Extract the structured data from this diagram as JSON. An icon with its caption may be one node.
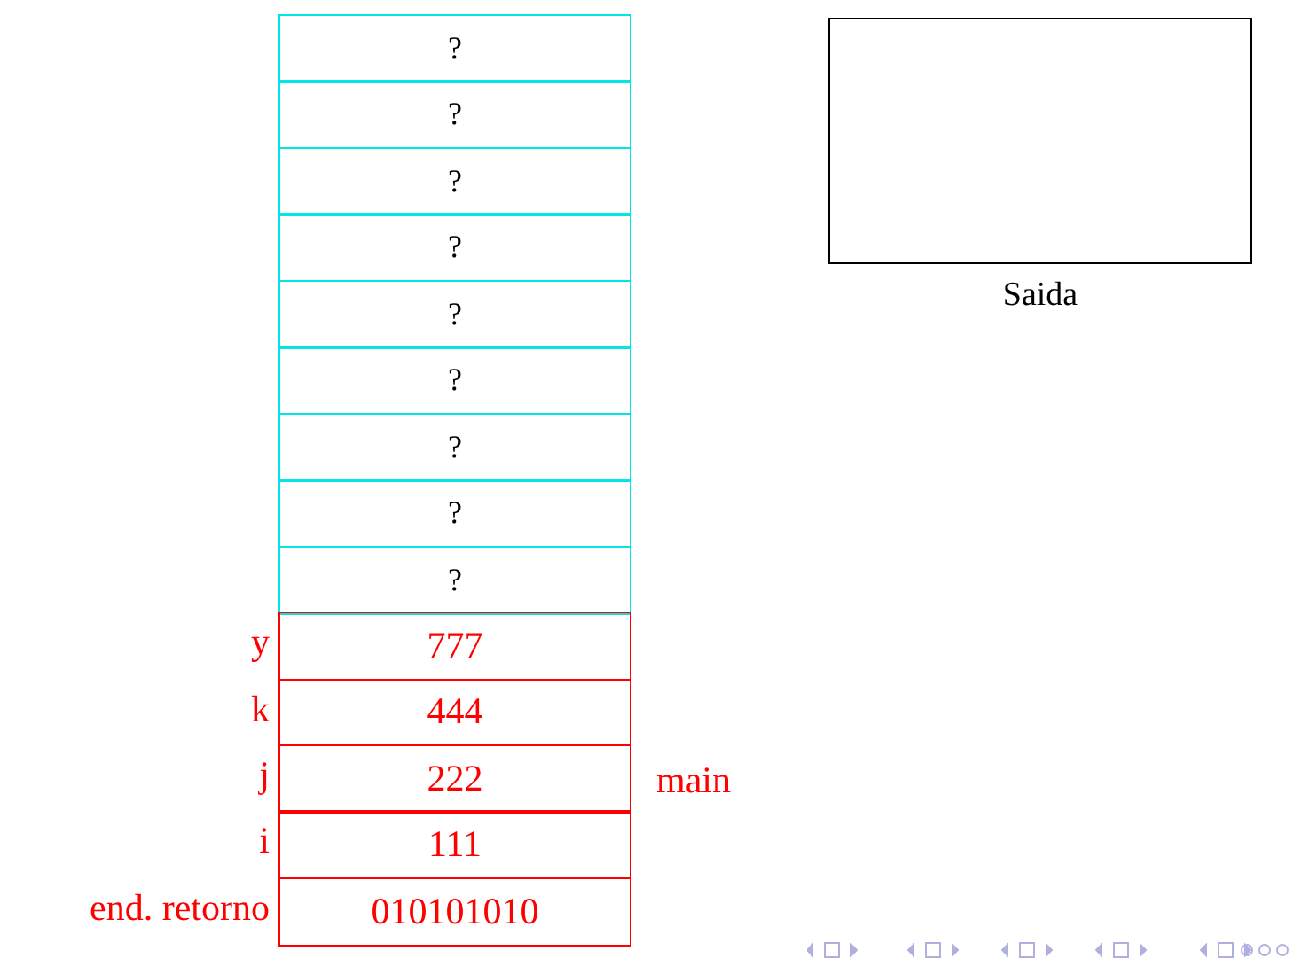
{
  "diagram": {
    "nodes": [
      {
        "text": [
          "?"
        ]
      },
      {
        "text": [
          "?"
        ]
      },
      {
        "text": [
          "?"
        ]
      },
      {
        "text": [
          "?"
        ]
      },
      {
        "text": [
          "?"
        ]
      },
      {
        "text": [
          "?"
        ]
      },
      {
        "text": [
          "?"
        ]
      },
      {
        "text": [
          "?"
        ]
      },
      {
        "text": [
          "?"
        ]
      },
      {
        "text": [
          "777"
        ],
        "beside": [
          "y"
        ]
      },
      {
        "text": [
          "444"
        ],
        "beside": [
          "k"
        ]
      },
      {
        "text": [
          "222"
        ],
        "beside": [
          "j"
        ]
      },
      {
        "text": [
          "111"
        ],
        "beside": [
          "i"
        ]
      },
      {
        "text": [
          "010101010"
        ],
        "beside": [
          "end. retorno"
        ]
      },
      {
        "text": [
          "Saida"
        ]
      }
    ],
    "labels": [
      "main"
    ]
  }
}
